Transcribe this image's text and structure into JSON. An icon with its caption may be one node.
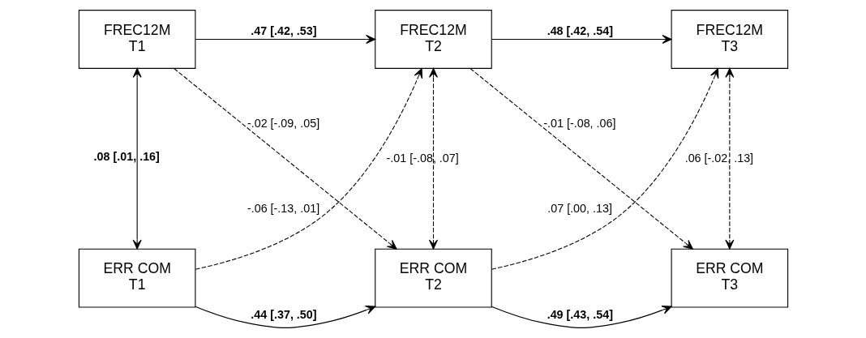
{
  "diagram": {
    "nodes": [
      {
        "text": [
          "FREC12M",
          "T1"
        ]
      },
      {
        "text": [
          "FREC12M",
          "T2"
        ]
      },
      {
        "text": [
          "FREC12M",
          "T3"
        ]
      },
      {
        "text": [
          "ERR COM",
          "T1"
        ]
      },
      {
        "text": [
          "ERR COM",
          "T2"
        ]
      },
      {
        "text": [
          "ERR COM",
          "T3"
        ]
      }
    ],
    "edges": [
      {
        "from": 0,
        "to": 1,
        "arrow": "to",
        "label": ".47 [.42, .53]"
      },
      {
        "from": 1,
        "to": 2,
        "arrow": "to",
        "label": ".48 [.42, .54]"
      },
      {
        "from": 0,
        "to": 3,
        "arrow": "both",
        "label": ".08 [.01, .16]"
      },
      {
        "from": 3,
        "to": 1,
        "arrow": "to",
        "label": "-.06 [-.13, .01]",
        "style": "dashed"
      },
      {
        "from": 0,
        "to": 4,
        "arrow": "to",
        "label": "-.02 [-.09, .05]",
        "style": "dashed"
      },
      {
        "from": 1,
        "to": 4,
        "arrow": "both",
        "label": "-.01 [-.08, .07]",
        "style": "dashed"
      },
      {
        "from": 4,
        "to": 2,
        "arrow": "to",
        "label": ".07 [.00, .13]",
        "style": "dashed"
      },
      {
        "from": 1,
        "to": 5,
        "arrow": "to",
        "label": "-.01 [-.08, .06]",
        "style": "dashed"
      },
      {
        "from": 2,
        "to": 5,
        "arrow": "both",
        "label": ".06 [-.02, .13]",
        "style": "dashed"
      },
      {
        "from": 3,
        "to": 4,
        "arrow": "to",
        "label": ".44 [.37, .50]"
      },
      {
        "from": 4,
        "to": 5,
        "arrow": "to",
        "label": ".49 [.43, .54]"
      }
    ]
  }
}
